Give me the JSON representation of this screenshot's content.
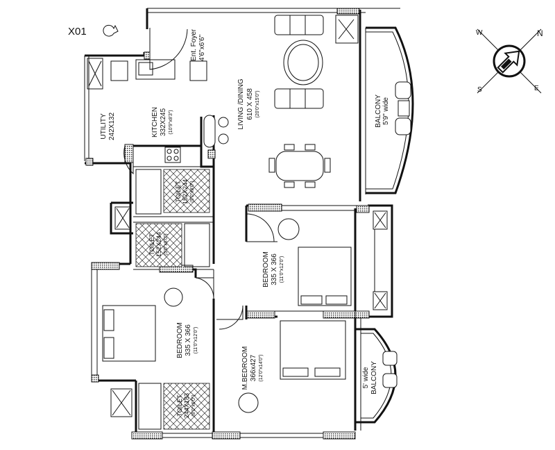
{
  "unit_label": "X01",
  "rooms": {
    "foyer": {
      "name": "Ent. Foyer",
      "size": "4'6\"x6'6\""
    },
    "kitchen": {
      "name": "KITCHEN",
      "size": "332X245",
      "imperial": "(10'9\"x8'3\")"
    },
    "utility": {
      "name": "UTILITY",
      "size": "242X132"
    },
    "living": {
      "name": "LIVING /DINING",
      "size": "610 X 458",
      "imperial": "(20'0\"x15'0\")"
    },
    "balcony_main": {
      "name": "BALCONY",
      "size": "5'9\" wide"
    },
    "toilet_1": {
      "name": "TOILET",
      "size": "152X244",
      "imperial": "(5'0\"x8'0\")"
    },
    "toilet_2": {
      "name": "TOILET",
      "size": "152X244",
      "imperial": "(5'0\"x8'0\")"
    },
    "bedroom_1": {
      "name": "BEDROOM",
      "size": "335 X 366",
      "imperial": "(11'0\"x12'0\")"
    },
    "bedroom_2": {
      "name": "BEDROOM",
      "size": "335 X 366",
      "imperial": "(11'0\"x12'0\")"
    },
    "master_bedroom": {
      "name": "M.BEDROOM",
      "size": "366x427",
      "imperial": "(12'0\"x14'0\")"
    },
    "toilet_3": {
      "name": "TOILET",
      "size": "244X183",
      "imperial": "(8'0\"x6'0\")"
    },
    "balcony_small": {
      "name": "BALCONY",
      "size": "5' wide"
    }
  },
  "compass": {
    "n": "N",
    "e": "E",
    "s": "S",
    "w": "W"
  }
}
